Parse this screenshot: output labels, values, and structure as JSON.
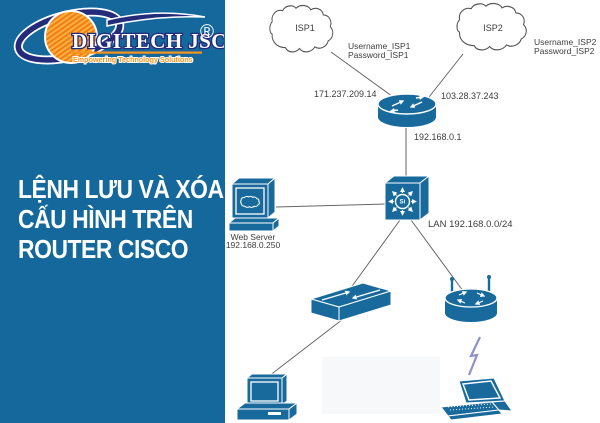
{
  "branding": {
    "name": "DIGITECH JSC",
    "registered_mark": "®",
    "tagline": "Empowering Technology Solutions"
  },
  "title": {
    "line1": "LỆNH LƯU VÀ XÓA",
    "line2": "CẤU HÌNH TRÊN",
    "line3": "ROUTER CISCO"
  },
  "network": {
    "clouds": {
      "isp1": "ISP1",
      "isp2": "ISP2"
    },
    "credentials": {
      "isp1_user": "Username_ISP1",
      "isp1_pass": "Password_ISP1",
      "isp2_user": "Username_ISP2",
      "isp2_pass": "Password_ISP2"
    },
    "addresses": {
      "isp1_wan_ip": "171.237.209.14",
      "isp2_wan_ip": "103.28.37.243",
      "router_lan_ip": "192.168.0.1",
      "lan_subnet": "LAN 192.168.0.0/24"
    },
    "web_server": {
      "name": "Web Server",
      "ip": "192.168.0.250"
    },
    "switch_badge": "Si",
    "icons": [
      "isp1-cloud",
      "isp2-cloud",
      "router-icon",
      "multilayer-switch-icon",
      "web-server-icon",
      "workgroup-switch-icon",
      "wireless-router-icon",
      "desktop-pc-icon",
      "laptop-icon",
      "wireless-link-icon"
    ]
  },
  "colors": {
    "panel_blue": "#15689B",
    "device_blue": "#186A9D",
    "logo_navy": "#232B7A",
    "logo_orange": "#F7941D",
    "line_gray": "#666666",
    "wireless_bolt": "#8E92C8"
  }
}
